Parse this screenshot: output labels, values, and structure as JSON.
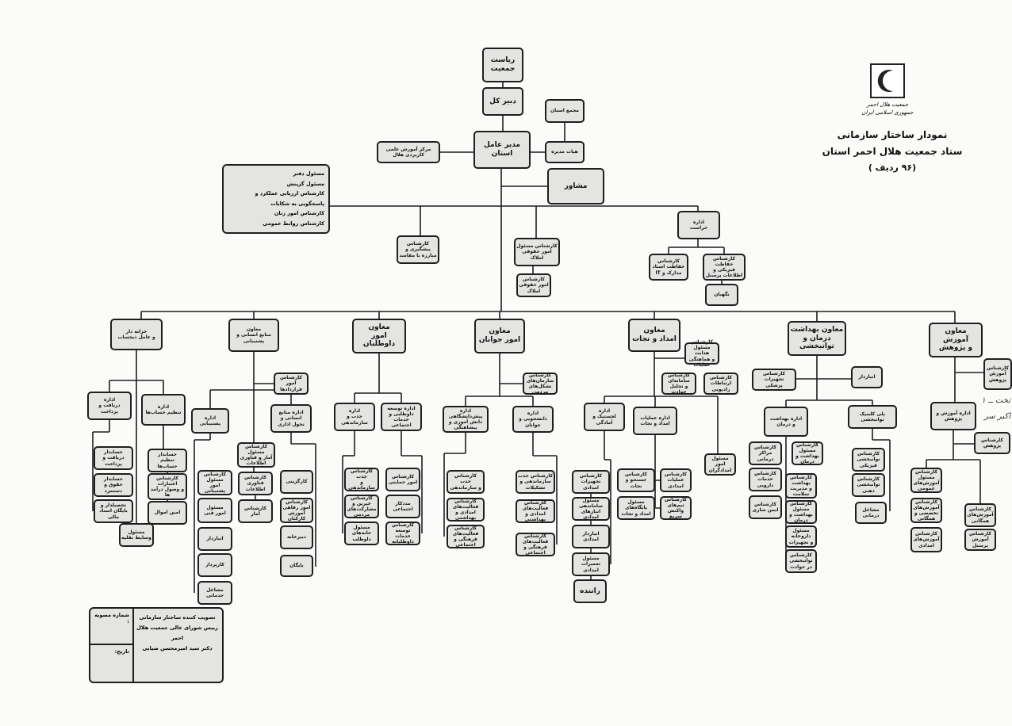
{
  "header": {
    "title_line1": "نمودار ساختار سازمانی",
    "title_line2": "ستاد جمعیت هلال احمر استان",
    "title_line3": "(۹۶ ردیف )",
    "logo_text": "جمعیت هلال احمر\nجمهوری اسلامی ایران"
  },
  "colors": {
    "box_fill": "#e4e4e2",
    "border": "#1e1e1e"
  },
  "staff_box": {
    "items": [
      "مسئول دفتر",
      "مسئول گزینش",
      "کارشناس ارزیابی عملکرد و پاسخگویی به شکایات",
      "کارشناس امور زنان",
      "کارشناس روابط عمومی"
    ]
  },
  "boxes": {
    "riasat": "ریاست جمعیت",
    "dabirkol": "دبیر کل",
    "majma": "مجمع استان",
    "heyat": "هیات مدیره",
    "modir": "مدیر عامل استان",
    "markaz": "مرکز آموزش علمی کاربردی هلال",
    "moshaver": "مشاور",
    "pishgiri": "کارشناس\nپیشگیری و مبارزه با مفاسد",
    "amlak1": "کارشناس مسئول\nامور حقوقی املاک",
    "amlak2": "کارشناس\nامور حقوقی املاک",
    "herasat": "اداره\nحراست",
    "her_asnad": "کارشناس حفاظت اسناد\nمدارک و IT",
    "her_fiz": "کارشناس حفاظت\nفیزیکی و اطلاعات پرسنل",
    "negahban": "نگهبان",
    "vp_khazane": "خزانه دار\nو عامل ذیحساب",
    "vp_manabe": "معاون\nمنابع انسانی و پشتیبانی",
    "vp_davtalab": "معاون\nامور داوطلبان",
    "vp_javanan": "معاون\nامور جوانان",
    "vp_emdad": "معاون\nامداد و نجات",
    "vp_behdasht": "معاون بهداشت\nدرمان و توانبخشی",
    "vp_amoozesh": "معاون آموزش\nو پژوهش",
    "k_daryaft": "اداره\nدریافت و پرداخت",
    "k_tanzim": "اداره\nتنظیم حساب‌ها",
    "k_h1": "حسابدار\nدریافت و پرداخت",
    "k_h2": "حسابدار\nتنظیم حساب‌ها",
    "k_h3": "حسابدار\nحقوق و دستمزد",
    "k_etebar": "کارشناس اعتبارات\nو وصول درآمد ها",
    "k_tahsil": "تحصیلدار و\nبایگان اسناد مالی",
    "k_amin": "امین اموال",
    "k_vasayel": "مسئول\nوسایط نقلیه",
    "m_gharar": "کارشناس امور\nقراردادها",
    "m_poshtibani": "اداره پشتیبانی",
    "m_ensani": "اداره منابع انسانی و\nتحول اداری",
    "m_amar": "کارشناس مسئول\nآمار و فناوری اطلاعات",
    "m_k1": "کارشناس مسئول\nامور پشتیبانی",
    "m_fanavari": "کارشناس\nفناوری اطلاعات",
    "m_kargozini": "کارگزینی",
    "m_fanni": "مسئول\nامور فنی",
    "m_amar2": "کارشناس\nآمار",
    "m_refahi": "کارشناس امور رفاهی\nآموزش کارکنان",
    "m_anbar": "انباردار",
    "m_dabir": "دبیرخانه",
    "m_karpardaz": "کارپرداز",
    "m_baygan": "بایگان",
    "m_mashaghel": "مشاغل خدماتی",
    "d_jazb": "اداره\nجذب و سازماندهی",
    "d_tosee": "اداره توسعه\nداوطلبی و خدمات اجتماعی",
    "d_k1": "کارشناس جذب\nو سازماندهی",
    "d_k2": "کارشناس\nامور حمایتی",
    "d_k3": "کارشناس خیرین و\nمشارکت‌های مردمی",
    "d_k4": "مددکار اجتماعی",
    "d_k5": "مسئول خانه‌های\nداوطلب",
    "d_k6": "کارشناس توسعه\nخدمات داوطلبانه",
    "j_sazman": "کارشناس سازمان‌های\nتشکل‌های مردمی",
    "j_pish": "اداره پیش‌دانشگاهی\nدانش آموزی و پیشاهنگی",
    "j_daneshjoo": "اداره\nدانشجویی و جوانان",
    "j_k1": "کارشناس جذب\nو سازماندهی",
    "j_k2": "کارشناس فعالیت‌های\nامدادی و بهداشتی",
    "j_k3": "کارشناس فعالیت‌های\nفرهنگی و اجتماعی",
    "j_k4": "کارشناس جذب\nسازماندهی و تشکیلات",
    "j_k5": "کارشناس فعالیت‌های\nامدادی و بهداشتی",
    "j_k6": "کارشناس فعالیت‌های\nفرهنگی و اجتماعی",
    "e_setad": "کارشناس مسئول هدایت\nو هماهنگی عملیات",
    "e_samane": "کارشناس سامانه‌ای\nو تحلیل حوادث",
    "e_radio": "کارشناس\nارتباطات رادیویی",
    "e_lojestik": "اداره\nلجستیک و آمادگی",
    "e_amaliat": "اداره عملیات\nامداد و نجات",
    "e_emdadgar": "مسئول\nامور امدادگران",
    "e_tajhizat": "کارشناس\nتجهیزات امدادی",
    "e_jostojoo": "کارشناس\nجستجو و نجات",
    "e_amaliat_k": "کارشناس\nعملیات امدادی",
    "e_sazmandehi": "مسئول ساماندهی\nانبارهای امدادی",
    "e_paygah": "مسئول پایگاه‌های\nامداد و نجات",
    "e_tim": "کارشناس تیم‌های\nواکنش سریع",
    "e_anbardar": "انباردار امدادی",
    "e_tamir": "مسئول\nتعمیرات امدادی",
    "e_ranande": "راننده",
    "b_tajhizat": "کارشناس تجهیزات\nپزشکی",
    "b_anbardar": "انباردار",
    "b_behdasht": "اداره بهداشت\nو درمان",
    "b_poly": "پلی کلینیک توانبخشی",
    "b_marakez": "کارشناس مراکز\nدرمانی",
    "b_masool": "کارشناس مسئول\nبهداشت و درمان",
    "b_daroo": "کارشناس\nخدمات دارویی",
    "b_k_behdasht": "کارشناس بهداشت\nو مدیریت سلامت",
    "b_imen": "کارشناس\nایمن سازی",
    "b_k_masool2": "کارشناس مسئول\nبهداشت و درمان",
    "b_daroo2": "مسئول داروخانه\nو تجهیزات",
    "b_tavan_havadeth": "کارشناس توانبخشی\nدر حوادث",
    "b_fiziki": "کارشناس توانبخشی\nفیزیکی",
    "b_tavan2": "کارشناس توانبخشی\nذهنی",
    "b_mashaghel": "مشاغل درمانی",
    "a_k_top": "کارشناس\nآموزش\nپژوهش",
    "a_edare": "اداره آموزش و پژوهش",
    "a_pazhoohesh": "کارشناس\nپژوهش",
    "a_k1": "کارشناس مسئول\nآموزش‌های عمومی",
    "a_k2": "کارشناس آموزش‌های\nتخصصی و همگانی",
    "a_k3": "کارشناس آموزش‌های\nامدادی",
    "a_k4": "کارشناس\nآموزش‌های همگانی",
    "a_k5": "کارشناس\nآموزش پرسنل"
  },
  "approval": {
    "line1": "تصویب کننده ساختار سازمانی",
    "line2": "رییس شورای عالی جمعیت هلال احمر",
    "line3": "دکتر سید امیرمحسن ضیایی",
    "number_label": "شماره مصوبه :",
    "date_label": "تاریخ:"
  },
  "handwriting": "تخت ــ ۱\nاکبر سر"
}
